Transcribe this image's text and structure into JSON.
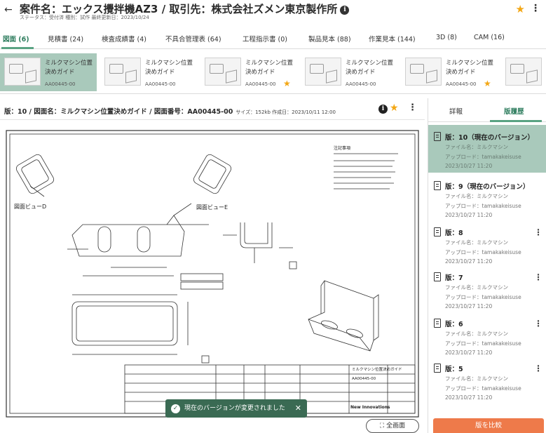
{
  "header": {
    "title": "案件名：エックス攪拌機AZ3 / 取引先：株式会社ズメン東京製作所",
    "subtitle": "ステータス：受付済  種別：試作  最終更新日：2023/10/24",
    "back_icon": "arrow-left-icon",
    "star_color": "#f3a715"
  },
  "tabs": [
    {
      "label": "図面 (6)",
      "active": true
    },
    {
      "label": "見積書 (24)"
    },
    {
      "label": "検査成績書 (4)"
    },
    {
      "label": "不具合管理表 (64)"
    },
    {
      "label": "工程指示書 (0)"
    },
    {
      "label": "製品見本 (88)"
    },
    {
      "label": "作業見本 (144)"
    },
    {
      "label": "3D (8)"
    },
    {
      "label": "CAM (16)"
    }
  ],
  "thumbnails": [
    {
      "name": "ミルクマシン位置決めガイド",
      "code": "AA00445-00",
      "selected": true,
      "starred": false
    },
    {
      "name": "ミルクマシン位置決めガイド",
      "code": "AA00445-00",
      "starred": false
    },
    {
      "name": "ミルクマシン位置決めガイド",
      "code": "AA00445-00",
      "starred": true
    },
    {
      "name": "ミルクマシン位置決めガイド",
      "code": "AA00445-00",
      "starred": false
    },
    {
      "name": "ミルクマシン位置決めガイド",
      "code": "AA00445-00",
      "starred": true
    }
  ],
  "drawing": {
    "info": "版：10 / 図面名：ミルクマシン位置決めガイド / 図面番号：AA00445-00",
    "meta": "サイズ：152kb  作成日：2023/10/11 12:00",
    "sheet": {
      "view_d": "図面ビューD",
      "view_e": "図面ビューE",
      "title_block_name": "ミルクマシン位置決めガイド",
      "title_block_code": "AA00445-00",
      "company": "New Innovations",
      "notes_heading": "注記事項"
    }
  },
  "toast": {
    "message": "現在のバージョンが変更されました"
  },
  "fullscreen_label": "全画面",
  "panel": {
    "tabs": [
      {
        "label": "詳報"
      },
      {
        "label": "版履歴",
        "active": true
      }
    ],
    "versions": [
      {
        "title": "版：10（現在のバージョン）",
        "file": "ファイル名：ミルクマシン",
        "uploader": "アップロード：tamakakeisuse",
        "date": "2023/10/27 11:20",
        "selected": true
      },
      {
        "title": "版：9（現在のバージョン）",
        "file": "ファイル名：ミルクマシン",
        "uploader": "アップロード：tamakakeisuse",
        "date": "2023/10/27 11:20"
      },
      {
        "title": "版：8",
        "file": "ファイル名：ミルクマシン",
        "uploader": "アップロード：tamakakeisuse",
        "date": "2023/10/27 11:20"
      },
      {
        "title": "版：7",
        "file": "ファイル名：ミルクマシン",
        "uploader": "アップロード：tamakakeisuse",
        "date": "2023/10/27 11:20"
      },
      {
        "title": "版：6",
        "file": "ファイル名：ミルクマシン",
        "uploader": "アップロード：tamakakeisuse",
        "date": "2023/10/27 11:20"
      },
      {
        "title": "版：5",
        "file": "ファイル名：ミルクマシン",
        "uploader": "アップロード：tamakakeisuse",
        "date": "2023/10/27 11:20"
      }
    ],
    "compare_label": "版を比較"
  }
}
